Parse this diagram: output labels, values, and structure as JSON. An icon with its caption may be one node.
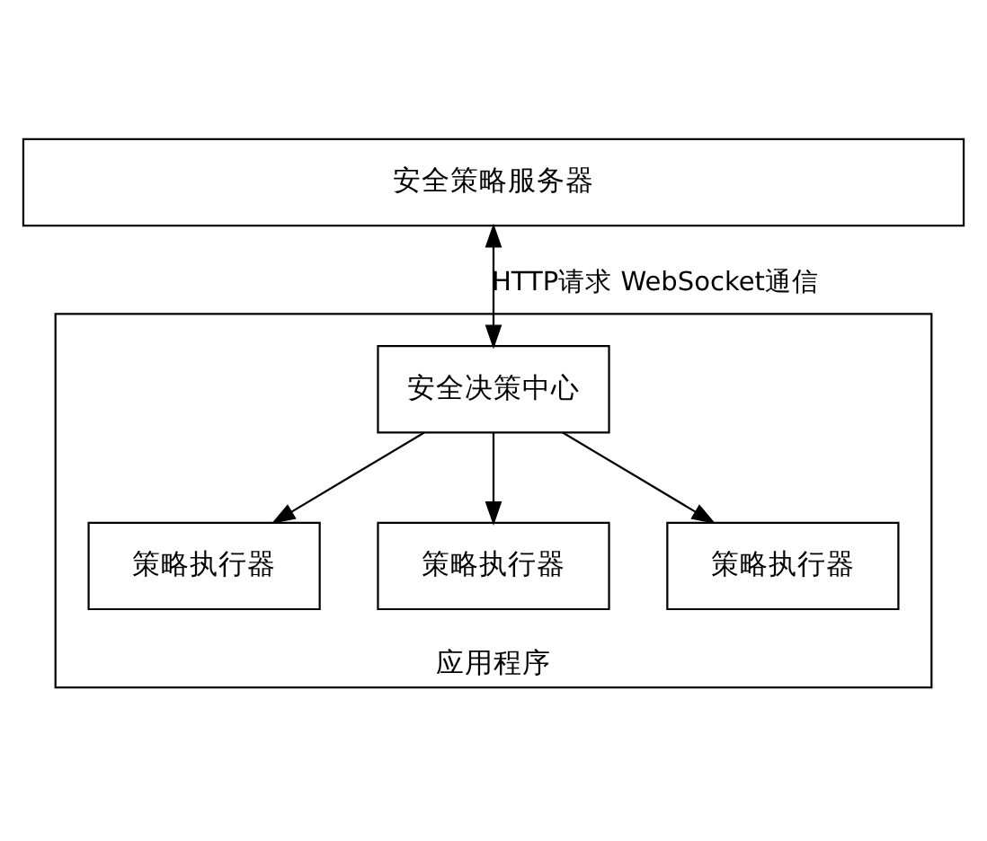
{
  "diagram": {
    "nodes": [
      {
        "text": [
          "安全策略服务器"
        ]
      },
      {
        "text": [
          "应用程序"
        ]
      },
      {
        "text": [
          "安全决策中心"
        ],
        "in": 1
      },
      {
        "text": [
          "策略执行器"
        ],
        "in": 1
      },
      {
        "text": [
          "策略执行器"
        ],
        "in": 1
      },
      {
        "text": [
          "策略执行器"
        ],
        "in": 1
      }
    ],
    "edges": [
      {
        "from": 0,
        "to": 2,
        "arrow": "both",
        "label": "HTTP请求 WebSocket通信"
      },
      {
        "from": 2,
        "to": 3,
        "arrow": "to"
      },
      {
        "from": 2,
        "to": 4,
        "arrow": "to"
      },
      {
        "from": 2,
        "to": 5,
        "arrow": "to"
      }
    ]
  }
}
